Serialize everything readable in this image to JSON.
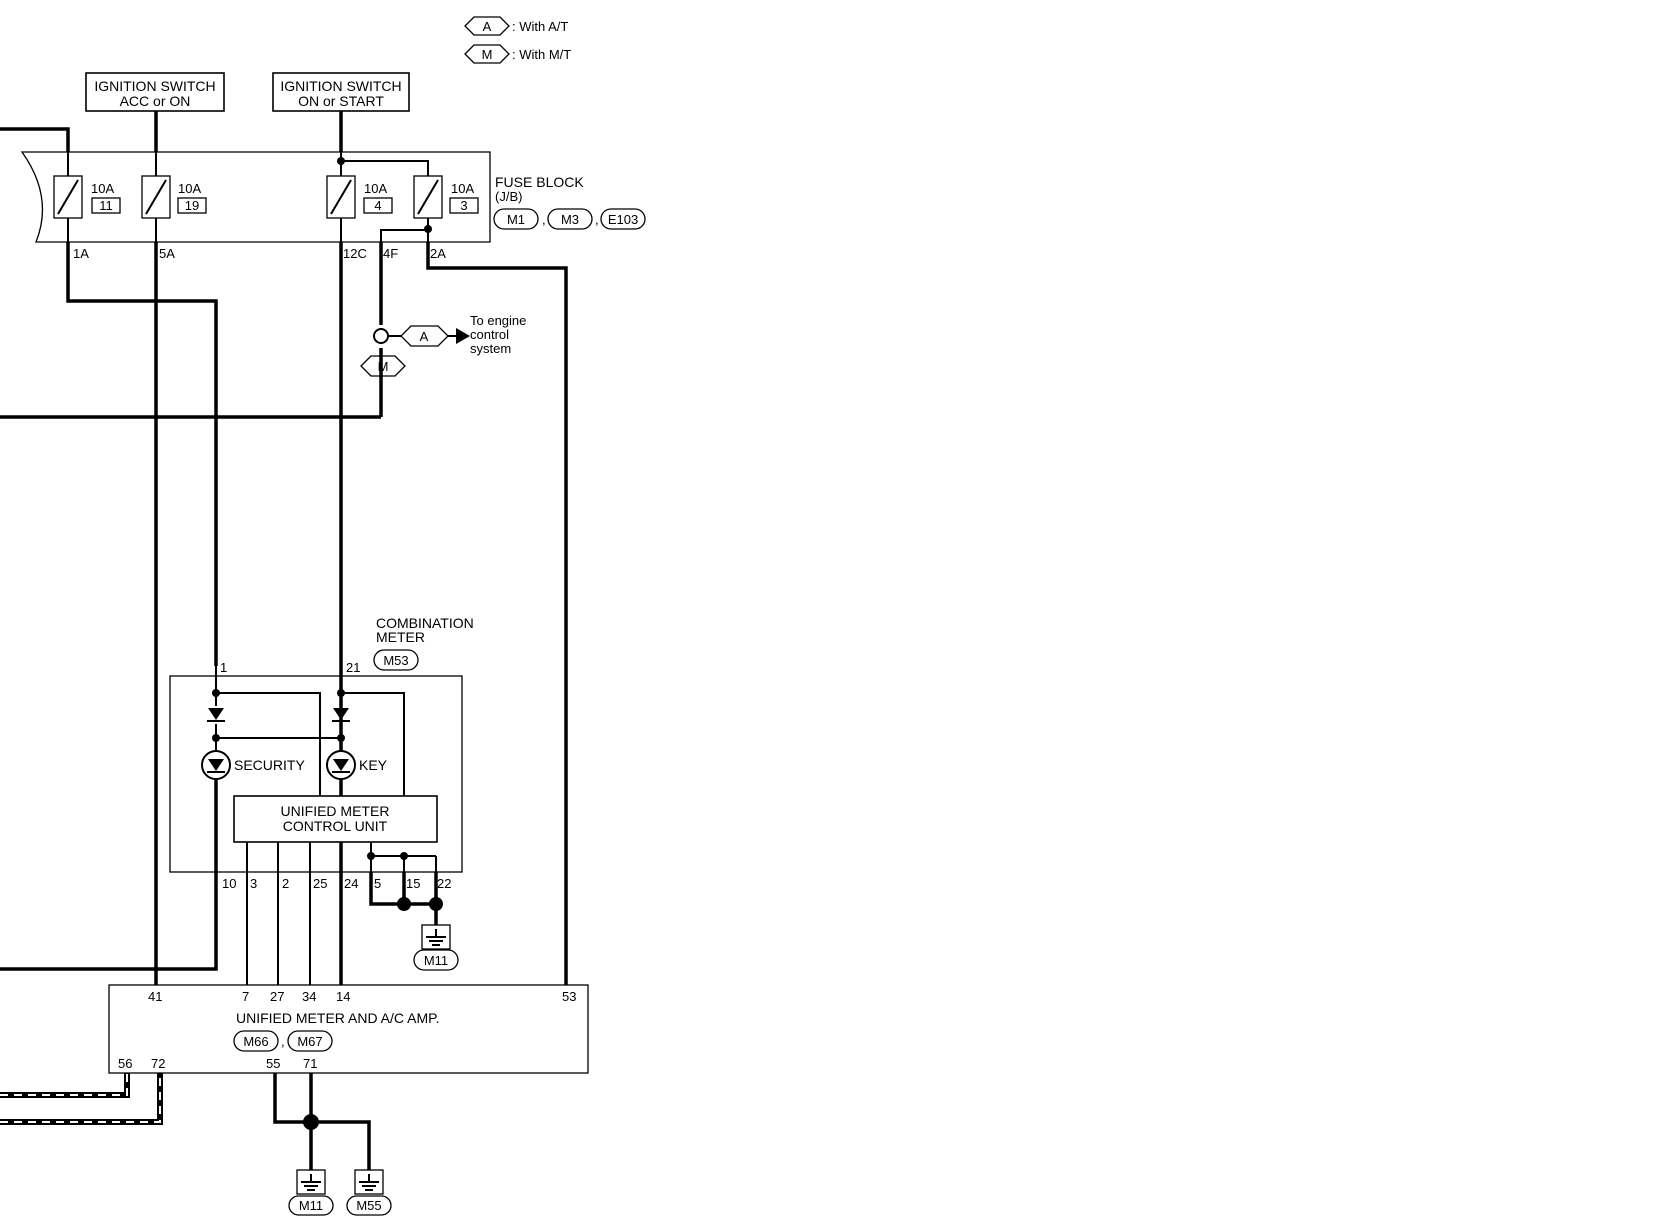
{
  "legend": [
    {
      "tag": "A",
      "text": ": With A/T"
    },
    {
      "tag": "M",
      "text": ": With M/T"
    }
  ],
  "ignition_acc": {
    "line1": "IGNITION SWITCH",
    "line2": "ACC or ON"
  },
  "ignition_on": {
    "line1": "IGNITION SWITCH",
    "line2": "ON or START"
  },
  "fuse_block": {
    "title": "FUSE BLOCK",
    "subtitle": "(J/B)",
    "connectors": [
      "M1",
      "M3",
      "E103"
    ],
    "separator": ",",
    "fuses": [
      {
        "rating": "10A",
        "number": "11"
      },
      {
        "rating": "10A",
        "number": "19"
      },
      {
        "rating": "10A",
        "number": "4"
      },
      {
        "rating": "10A",
        "number": "3"
      }
    ],
    "terminals": [
      "1A",
      "5A",
      "12C",
      "4F",
      "2A"
    ]
  },
  "engine_control": {
    "tag_a": "A",
    "tag_m": "M",
    "line1": "To engine",
    "line2": "control",
    "line3": "system"
  },
  "combination_meter": {
    "title1": "COMBINATION",
    "title2": "METER",
    "connector": "M53",
    "top_pins": [
      "1",
      "21"
    ],
    "security_label": "SECURITY",
    "key_label": "KEY",
    "unit_line1": "UNIFIED METER",
    "unit_line2": "CONTROL UNIT",
    "bottom_pins": [
      "10",
      "3",
      "2",
      "25",
      "24",
      "5",
      "15",
      "22"
    ],
    "ground_connector": "M11"
  },
  "amp": {
    "title": "UNIFIED METER AND A/C AMP.",
    "connectors": [
      "M66",
      "M67"
    ],
    "separator": ",",
    "top_pins": [
      "41",
      "7",
      "27",
      "34",
      "14",
      "53"
    ],
    "bottom_pins": [
      "56",
      "72",
      "55",
      "71"
    ]
  },
  "grounds_bottom": [
    "M11",
    "M55"
  ]
}
